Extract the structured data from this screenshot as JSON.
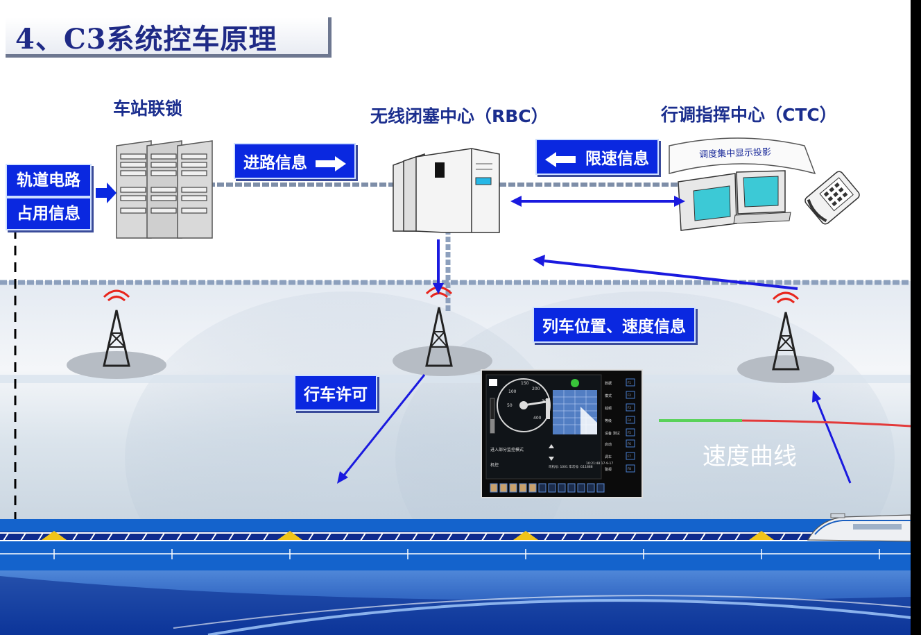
{
  "title": "4、C3系统控车原理",
  "headings": {
    "interlocking": "车站联锁",
    "rbc": "无线闭塞中心（RBC）",
    "ctc": "行调指挥中心（CTC）"
  },
  "labels": {
    "track_circuit_line1": "轨道电路",
    "track_circuit_line2": "占用信息",
    "route_info": "进路信息",
    "speed_limit_info": "限速信息",
    "train_position_speed": "列车位置、速度信息",
    "movement_authority": "行车许可",
    "speed_curve": "速度曲线",
    "dispatch_projection": "调度集中显示投影"
  },
  "dmi": {
    "dial_ticks": [
      "100",
      "150",
      "200",
      "300",
      "400",
      "50"
    ],
    "side_buttons": [
      "数据",
      "模式",
      "载频",
      "等级",
      "设备 测试",
      "启动",
      "调车",
      "警报"
    ],
    "fkeys": [
      "F1",
      "F2",
      "F3",
      "F4",
      "F5",
      "F6",
      "F7",
      "F8"
    ],
    "status_text": "进入部分监控模式",
    "mode_text": "机控",
    "driver_info": "司机号: 1001  车次号: G11888",
    "time_info": "10:21:48  17-9-17"
  },
  "colors": {
    "label_blue": "#0a28e0",
    "title_blue": "#1f2a86",
    "arrow_blue": "#1a1adf",
    "track_blue": "#1463cc"
  }
}
